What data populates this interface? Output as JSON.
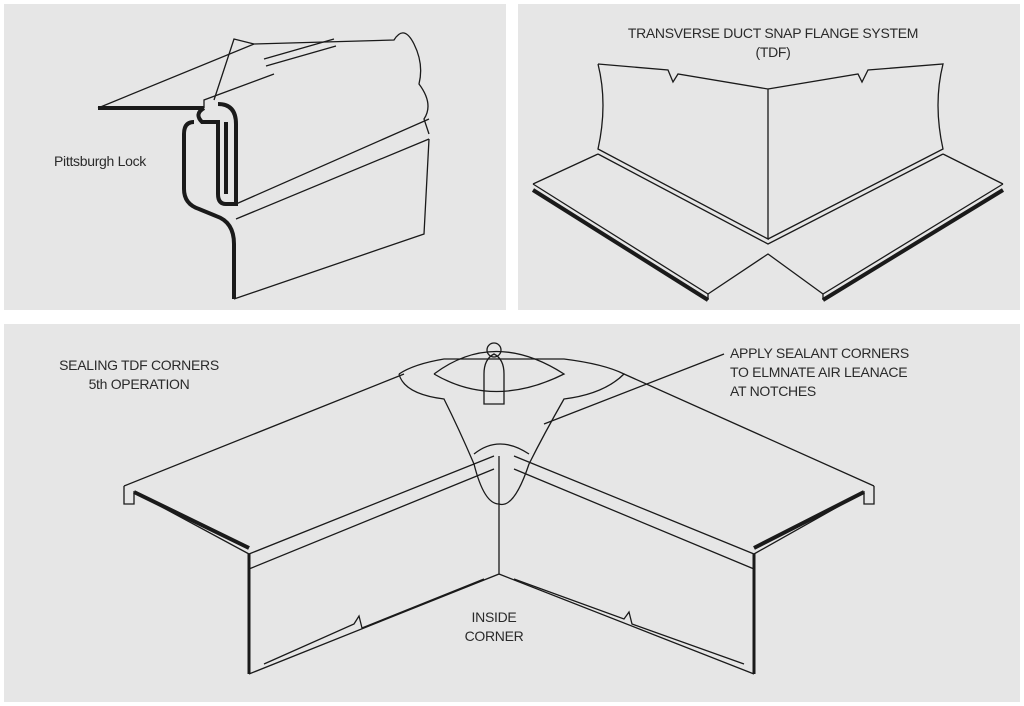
{
  "panels": {
    "pittsburgh": {
      "label": "Pittsburgh Lock"
    },
    "tdf": {
      "title_line1": "TRANSVERSE DUCT SNAP FLANGE SYSTEM",
      "title_line2": "(TDF)"
    },
    "sealing": {
      "title_line1": "SEALING TDF CORNERS",
      "title_line2": "5th OPERATION",
      "callout_line1": "APPLY SEALANT CORNERS",
      "callout_line2": "TO ELMNATE AIR LEANACE",
      "callout_line3": "AT NOTCHES",
      "inside_line1": "INSIDE",
      "inside_line2": "CORNER"
    }
  },
  "colors": {
    "panel_bg": "#e6e6e6",
    "line": "#1a1a1a"
  }
}
